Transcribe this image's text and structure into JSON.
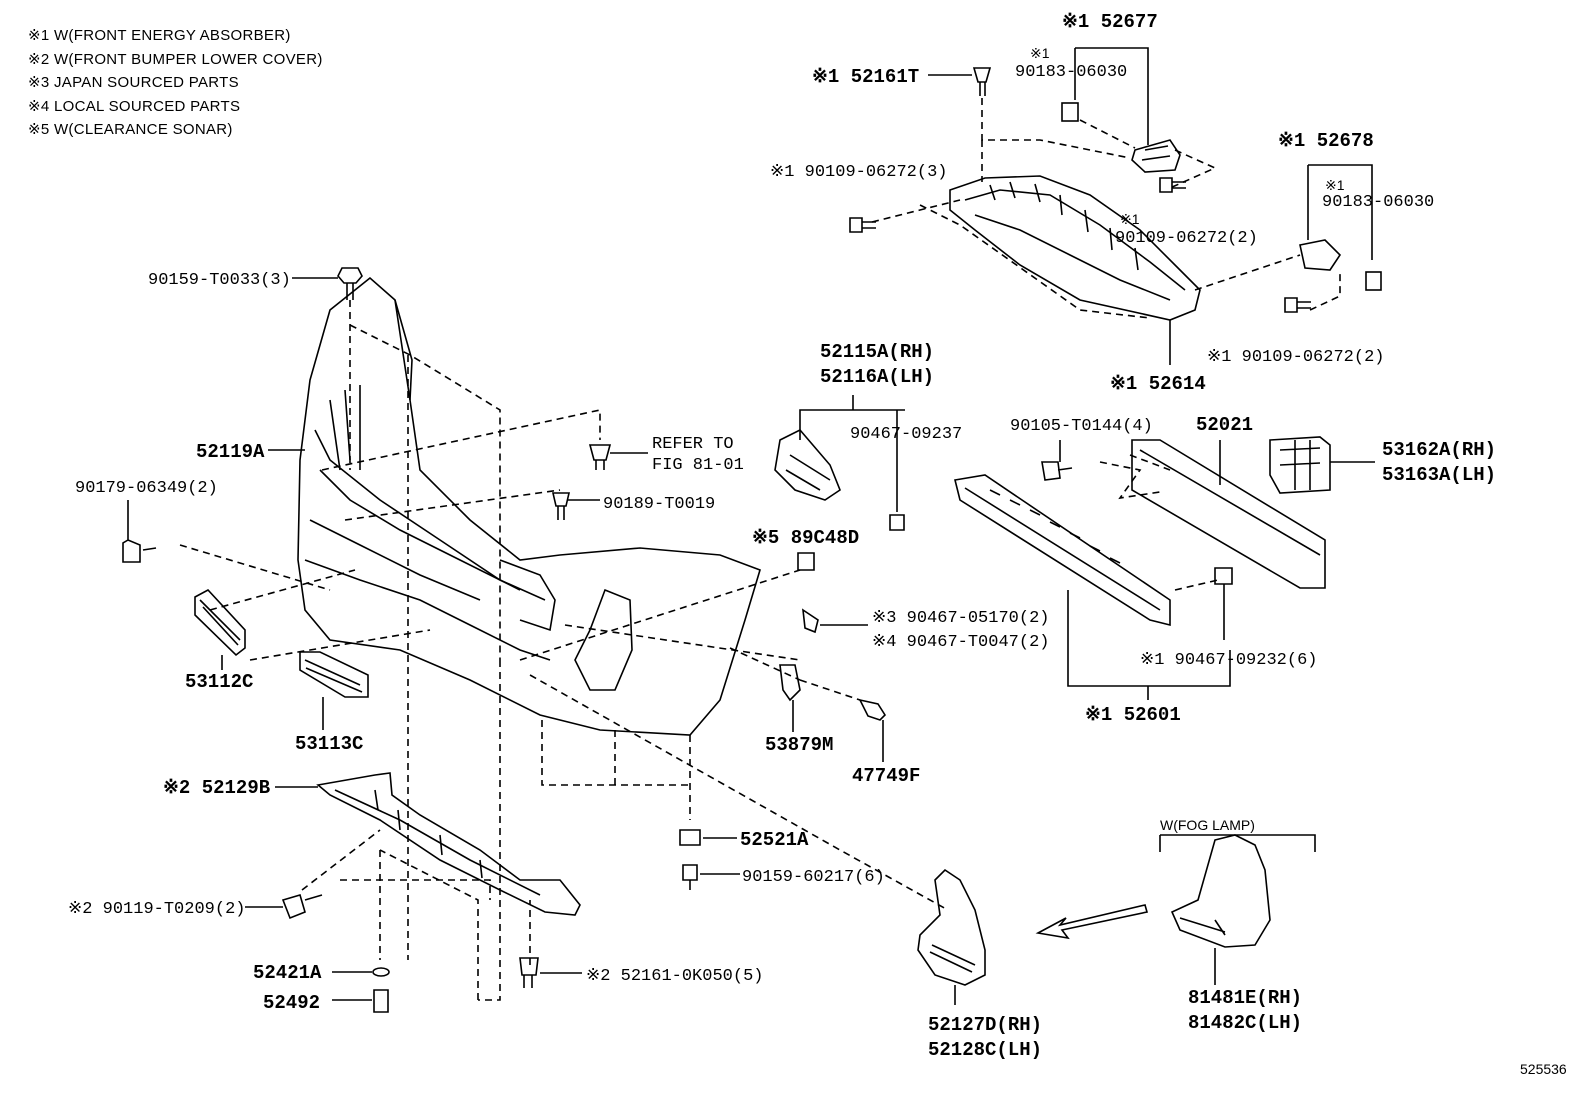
{
  "legend": [
    "※1 W(FRONT ENERGY ABSORBER)",
    "※2 W(FRONT BUMPER LOWER COVER)",
    "※3 JAPAN SOURCED PARTS",
    "※4 LOCAL SOURCED PARTS",
    "※5 W(CLEARANCE SONAR)"
  ],
  "labels": {
    "p52677": "※1 52677",
    "p90183a_note": "※1",
    "p90183a": "90183-06030",
    "p52161T": "※1 52161T",
    "p90109a": "※1 90109-06272(3)",
    "p90109b_note": "※1",
    "p90109b": "90109-06272(2)",
    "p52678": "※1 52678",
    "p90183b_note": "※1",
    "p90183b": "90183-06030",
    "p90109c": "※1 90109-06272(2)",
    "p52614": "※1 52614",
    "p90159T": "90159-T0033(3)",
    "p52115A": "52115A(RH)",
    "p52116A": "52116A(LH)",
    "p90467_09237": "90467-09237",
    "p90105": "90105-T0144(4)",
    "p52021": "52021",
    "p53162A": "53162A(RH)",
    "p53163A": "53163A(LH)",
    "p52119A": "52119A",
    "refer1": "REFER TO",
    "refer2": "FIG 81-01",
    "p90189": "90189-T0019",
    "p90179": "90179-06349(2)",
    "p89C48D": "※5 89C48D",
    "p90467_05170": "※3 90467-05170(2)",
    "p90467_T0047": "※4 90467-T0047(2)",
    "p90467_09232": "※1 90467-09232(6)",
    "p52601": "※1 52601",
    "p53112C": "53112C",
    "p53113C": "53113C",
    "p53879M": "53879M",
    "p47749F": "47749F",
    "p52129B": "※2 52129B",
    "p52521A": "52521A",
    "p90159_60217": "90159-60217(6)",
    "fog": "W(FOG LAMP)",
    "p90119": "※2 90119-T0209(2)",
    "p52421A": "52421A",
    "p52492": "52492",
    "p52161_0K050": "※2 52161-0K050(5)",
    "p52127D": "52127D(RH)",
    "p52128C": "52128C(LH)",
    "p81481E": "81481E(RH)",
    "p81482C": "81482C(LH)",
    "fig_id": "525536"
  }
}
